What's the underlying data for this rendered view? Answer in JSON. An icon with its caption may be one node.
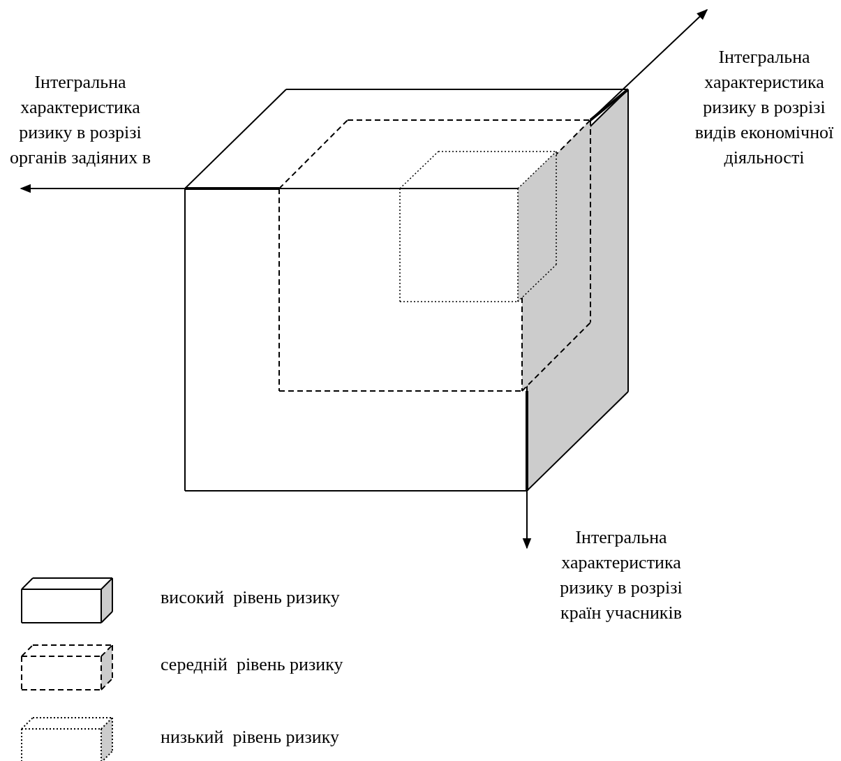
{
  "diagram": {
    "labels": [
      "Інтегральна характеристика ризику в розрізі органів задіяних в",
      "Інтегральна характеристика ризику в розрізі видів економічної діяльності",
      "Інтегральна характеристика ризику в розрізі країн учасників"
    ],
    "legend": [
      {
        "text": "високий  рівень ризику"
      },
      {
        "text": "середній  рівень ризику"
      },
      {
        "text": "низький  рівень ризику"
      }
    ]
  }
}
